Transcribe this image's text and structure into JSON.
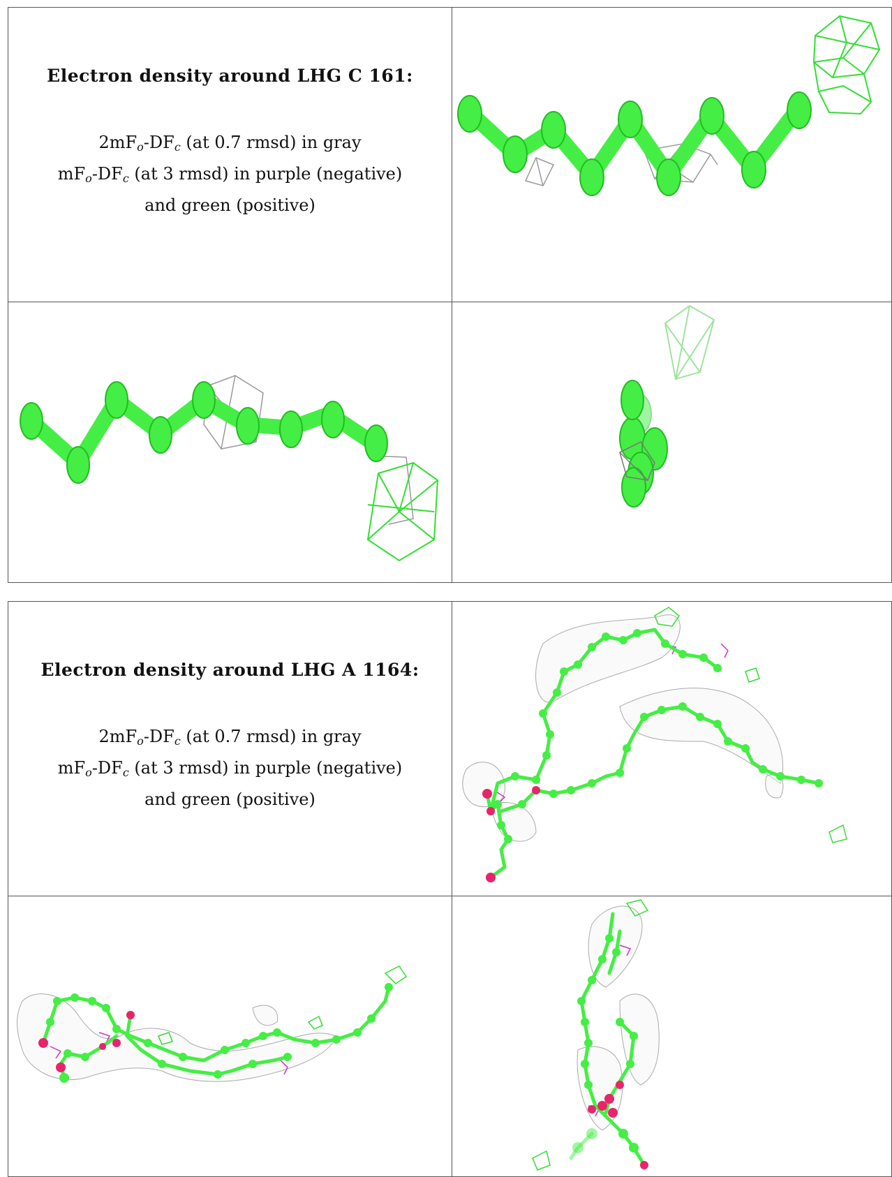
{
  "blocks": [
    {
      "title": "Electron density around LHG C 161:",
      "line1_prefix": "2mF",
      "line1_sub1": "o",
      "line1_mid": "-DF",
      "line1_sub2": "c",
      "line1_suffix": " (at 0.7 rmsd) in gray",
      "line2_prefix": "mF",
      "line2_sub1": "o",
      "line2_mid": "-DF",
      "line2_sub2": "c",
      "line2_suffix": " (at 3 rmsd) in purple (negative)",
      "line3": "and green (positive)"
    },
    {
      "title": "Electron density around LHG A 1164:",
      "line1_prefix": "2mF",
      "line1_sub1": "o",
      "line1_mid": "-DF",
      "line1_sub2": "c",
      "line1_suffix": " (at 0.7 rmsd) in gray",
      "line2_prefix": "mF",
      "line2_sub1": "o",
      "line2_mid": "-DF",
      "line2_sub2": "c",
      "line2_suffix": " (at 3 rmsd) in purple (negative)",
      "line3": "and green (positive)"
    }
  ],
  "colors": {
    "atom_green": "#44ee44",
    "atom_dark": "#22bb22",
    "oxygen_red": "#e8246a",
    "mesh_gray": "#9a9a9a",
    "mesh_green": "#33dd33",
    "mesh_purple": "#cc33cc",
    "border": "#555555"
  }
}
